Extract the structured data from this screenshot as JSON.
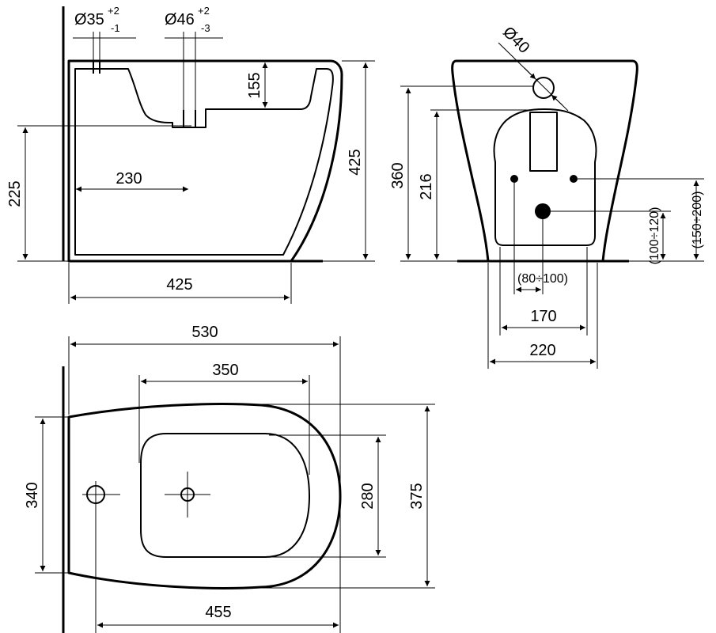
{
  "side_view": {
    "dia_inlet": "Ø35",
    "dia_inlet_tol_plus": "+2",
    "dia_inlet_tol_minus": "-1",
    "dia_outlet": "Ø46",
    "dia_outlet_tol_plus": "+2",
    "dia_outlet_tol_minus": "-3",
    "bowl_depth": "155",
    "total_height": "425",
    "outlet_height": "225",
    "outlet_offset": "230",
    "length": "425"
  },
  "rear_view": {
    "tap_hole_dia": "Ø40",
    "height_360": "360",
    "height_216": "216",
    "range_100_120": "(100÷120)",
    "range_150_200": "(150÷200)",
    "range_80_100": "(80÷100)",
    "width_170": "170",
    "width_220": "220"
  },
  "top_view": {
    "total_length": "530",
    "bowl_length": "350",
    "width_340": "340",
    "width_280": "280",
    "width_375": "375",
    "length_455": "455"
  }
}
